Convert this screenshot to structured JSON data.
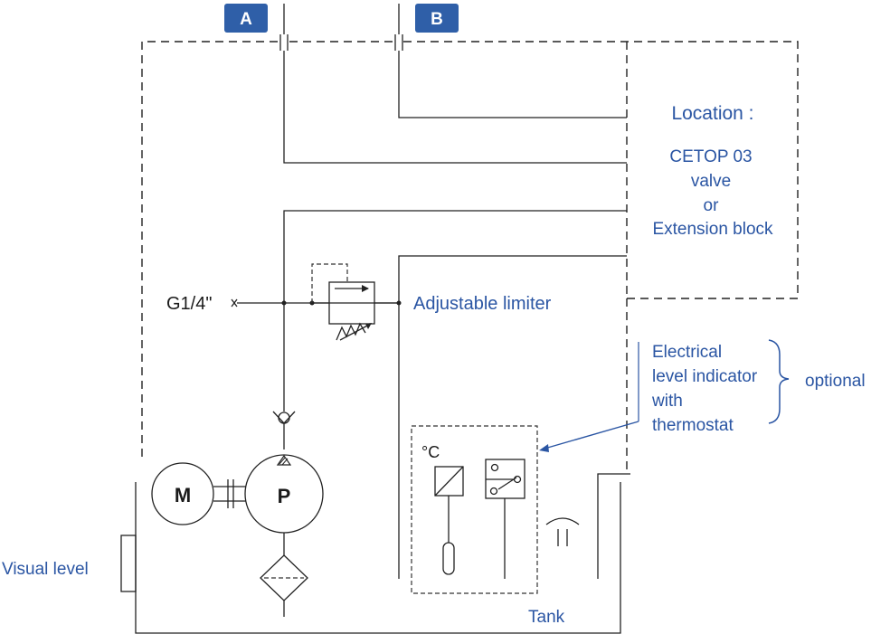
{
  "ports": {
    "a": "A",
    "b": "B"
  },
  "location_box": {
    "title": "Location :",
    "line1": "CETOP 03",
    "line2": "valve",
    "line3": "or",
    "line4": "Extension block"
  },
  "labels": {
    "port_size": "G1/4\"",
    "limiter": "Adjustable limiter",
    "electrical_1": "Electrical",
    "electrical_2": "level indicator",
    "electrical_3": "with",
    "electrical_4": "thermostat",
    "optional": "optional",
    "celsius": "°C",
    "motor": "M",
    "pump": "P",
    "visual_level": "Visual level",
    "tank": "Tank"
  },
  "colors": {
    "label_blue": "#2a55a3",
    "tag_fill": "#2f5fa8",
    "line": "#222222"
  }
}
